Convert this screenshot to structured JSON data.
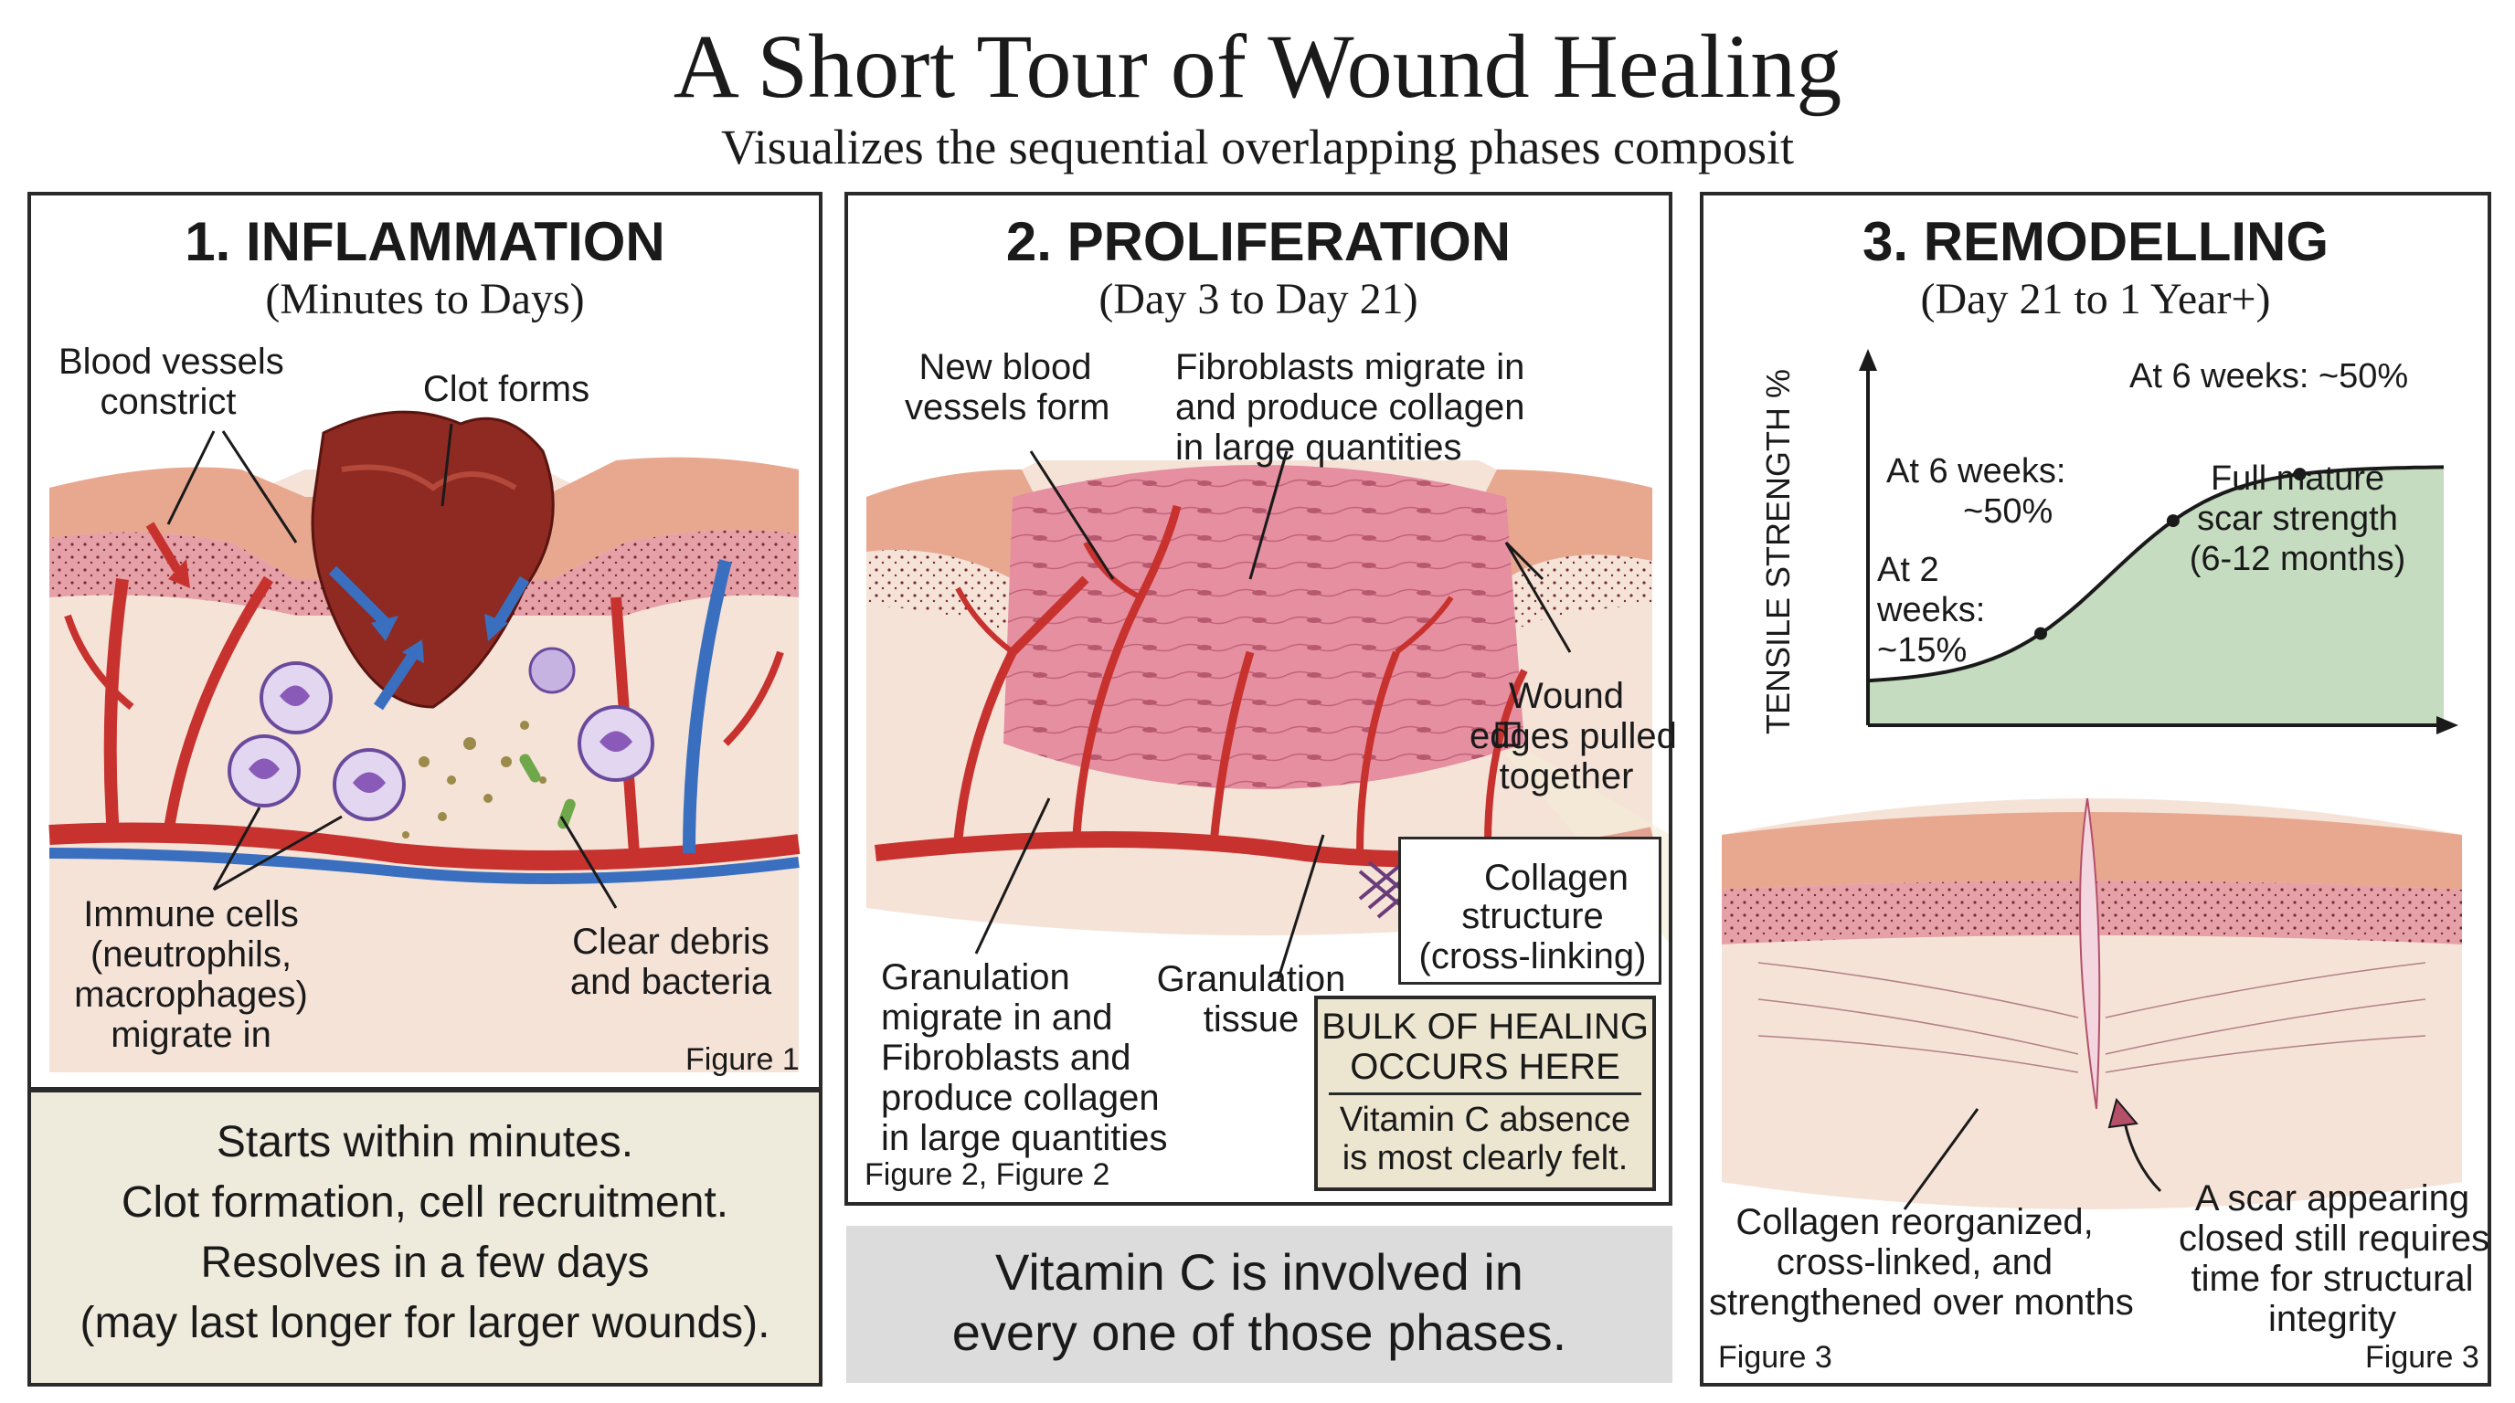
{
  "title": "A Short Tour of Wound Healing",
  "subtitle": "Visualizes the sequential overlapping phases composit",
  "panels": {
    "inflammation": {
      "title": "1. INFLAMMATION",
      "subtitle": "(Minutes to Days)",
      "labels": {
        "vessels_1": "Blood vessels",
        "vessels_2": "constrict",
        "clot": "Clot forms",
        "immune_1": "Immune cells",
        "immune_2": "(neutrophils,",
        "immune_3": "macrophages)",
        "immune_4": "migrate in",
        "debris_1": "Clear debris",
        "debris_2": "and bacteria"
      },
      "figure": "Figure 1",
      "note": [
        "Starts within minutes.",
        "Clot formation, cell recruitment.",
        "Resolves in a few days",
        "(may last longer for larger wounds)."
      ]
    },
    "proliferation": {
      "title": "2. PROLIFERATION",
      "subtitle": "(Day 3 to Day 21)",
      "labels": {
        "newvessels_1": "New blood",
        "newvessels_2": "vessels form",
        "fibro_1": "Fibroblasts migrate in",
        "fibro_2": "and produce collagen",
        "fibro_3": "in large quantities",
        "edges_1": "Wound",
        "edges_2": "edges pulled",
        "edges_3": "together",
        "collagen_1": "Collagen",
        "collagen_2": "structure",
        "collagen_3": "(cross-linking)",
        "gran_1": "Granulation",
        "gran_2": "migrate in and",
        "gran_3": "Fibroblasts and",
        "gran_4": "produce collagen",
        "gran_5": "in large quantities",
        "granulation_tissue_1": "Granulation",
        "granulation_tissue_2": "tissue"
      },
      "bulk_heading_1": "BULK OF HEALING",
      "bulk_heading_2": "OCCURS HERE",
      "bulk_body_1": "Vitamin C absence",
      "bulk_body_2": "is most clearly felt.",
      "figure": "Figure 2, Figure 2",
      "note_1": "Vitamin C is involved in",
      "note_2": "every one of those phases."
    },
    "remodelling": {
      "title": "3. REMODELLING",
      "subtitle": "(Day 21 to 1 Year+)",
      "labels": {
        "collagen_1": "Collagen reorganized,",
        "collagen_2": "cross-linked, and",
        "collagen_3": "strengthened over months",
        "scar_1": "A scar appearing",
        "scar_2": "closed still requires",
        "scar_3": "time for structural",
        "scar_4": "integrity"
      },
      "figure_left": "Figure 3",
      "figure_right": "Figure 3"
    }
  },
  "chart_data": {
    "type": "area",
    "ylabel": "TENSILE STRENGTH %",
    "xlabel": "",
    "points": [
      {
        "label_lines": [
          "At 2",
          "weeks:",
          "~15%"
        ],
        "value": 15
      },
      {
        "label_lines": [
          "At 6 weeks:",
          "~50%"
        ],
        "value": 50
      },
      {
        "label_lines": [
          "At 6 weeks: ~50%"
        ],
        "value": 50
      }
    ],
    "plateau_label": [
      "Full mature",
      "scar strength",
      "(6-12 months)"
    ],
    "fill_color": "#c5dcc0",
    "line_color": "#1a1a1a"
  },
  "colors": {
    "artery": "#c8322e",
    "vein": "#3a6fc0",
    "skin": "#f2c3b5",
    "dermis": "#d9788a",
    "clot": "#8e2a22",
    "tissue": "#e58fa0",
    "note_bg": "#efebdc",
    "vitc_bg": "#dcdcdc",
    "bulk_bg": "#ece5cf"
  }
}
